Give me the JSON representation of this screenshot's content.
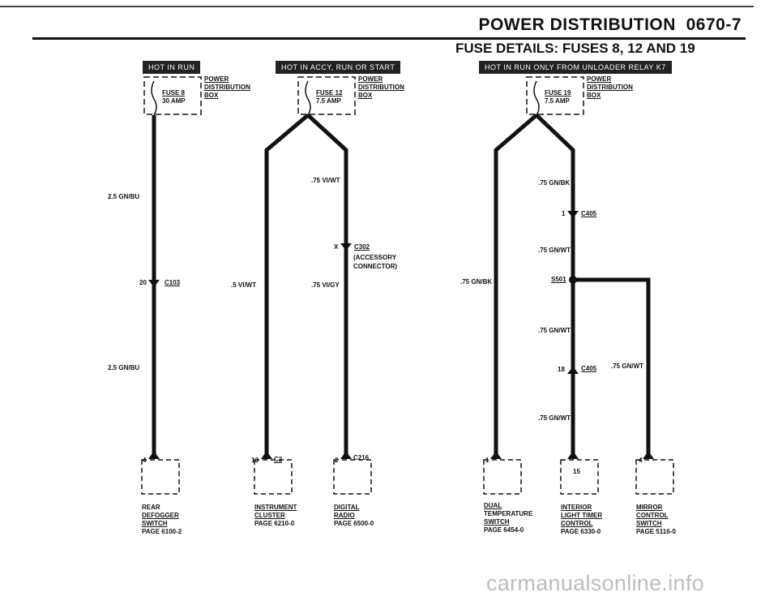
{
  "header": {
    "title": "POWER DISTRIBUTION  0670-7",
    "subtitle": "FUSE DETAILS: FUSES 8, 12 AND 19"
  },
  "badges": {
    "left": "HOT IN RUN",
    "middle": "HOT IN ACCY, RUN OR START",
    "right": "HOT IN RUN ONLY FROM UNLOADER RELAY K7"
  },
  "fuse_boxes": {
    "box_label_1": "POWER",
    "box_label_2": "DISTRIBUTION",
    "box_label_3": "BOX",
    "fuse8": {
      "name": "FUSE 8",
      "rating": "30 AMP"
    },
    "fuse12": {
      "name": "FUSE 12",
      "rating": "7.5 AMP"
    },
    "fuse19": {
      "name": "FUSE 19",
      "rating": "7.5 AMP"
    }
  },
  "wires": {
    "w1a": "2.5 GN/BU",
    "w1b": "2.5 GN/BU",
    "w2top": ".75 VI/WT",
    "w2left": ".5 VI/WT",
    "w2right": ".75 VI/GY",
    "w3top": ".75 GN/BK",
    "w3left": ".75 GN/BK",
    "w3mid1": ".75 GN/WT",
    "w3mid2": ".75 GN/WT",
    "w3mid3": ".75 GN/WT",
    "w3right": ".75 GN/WT"
  },
  "connectors": {
    "c103_pin": "20",
    "c103": "C103",
    "c302_pin": "X",
    "c302": "C302",
    "c302_note1": "(ACCESSORY",
    "c302_note2": "CONNECTOR)",
    "c405a_pin": "1",
    "c405a": "C405",
    "s501": "S501",
    "c405b_pin": "18",
    "c405b": "C405",
    "rdf_pin": "4",
    "ic_pin": "13",
    "ic": "C2",
    "dr_pin": "2",
    "dr": "C216",
    "dtc_pin": "1",
    "ilt_pin": "15",
    "mcs_pin": "4"
  },
  "components": {
    "rdf": {
      "l1": "REAR",
      "l2": "DEFOGGER",
      "l3": "SWITCH",
      "page": "PAGE 6100-2"
    },
    "ic": {
      "l1": "INSTRUMENT",
      "l2": "CLUSTER",
      "page": "PAGE 6210-0"
    },
    "dr": {
      "l1": "DIGITAL",
      "l2": "RADIO",
      "page": "PAGE 6500-0"
    },
    "dtc": {
      "l1": "DUAL",
      "l2": "TEMPERATURE",
      "l3": "SWITCH",
      "page": "PAGE 6454-0"
    },
    "ilt": {
      "l1": "INTERIOR",
      "l2": "LIGHT TIMER",
      "l3": "CONTROL",
      "page": "PAGE 6330-0"
    },
    "mcs": {
      "l1": "MIRROR",
      "l2": "CONTROL",
      "l3": "SWITCH",
      "page": "PAGE 5116-0"
    }
  },
  "watermark": "carmanualsonline.info"
}
